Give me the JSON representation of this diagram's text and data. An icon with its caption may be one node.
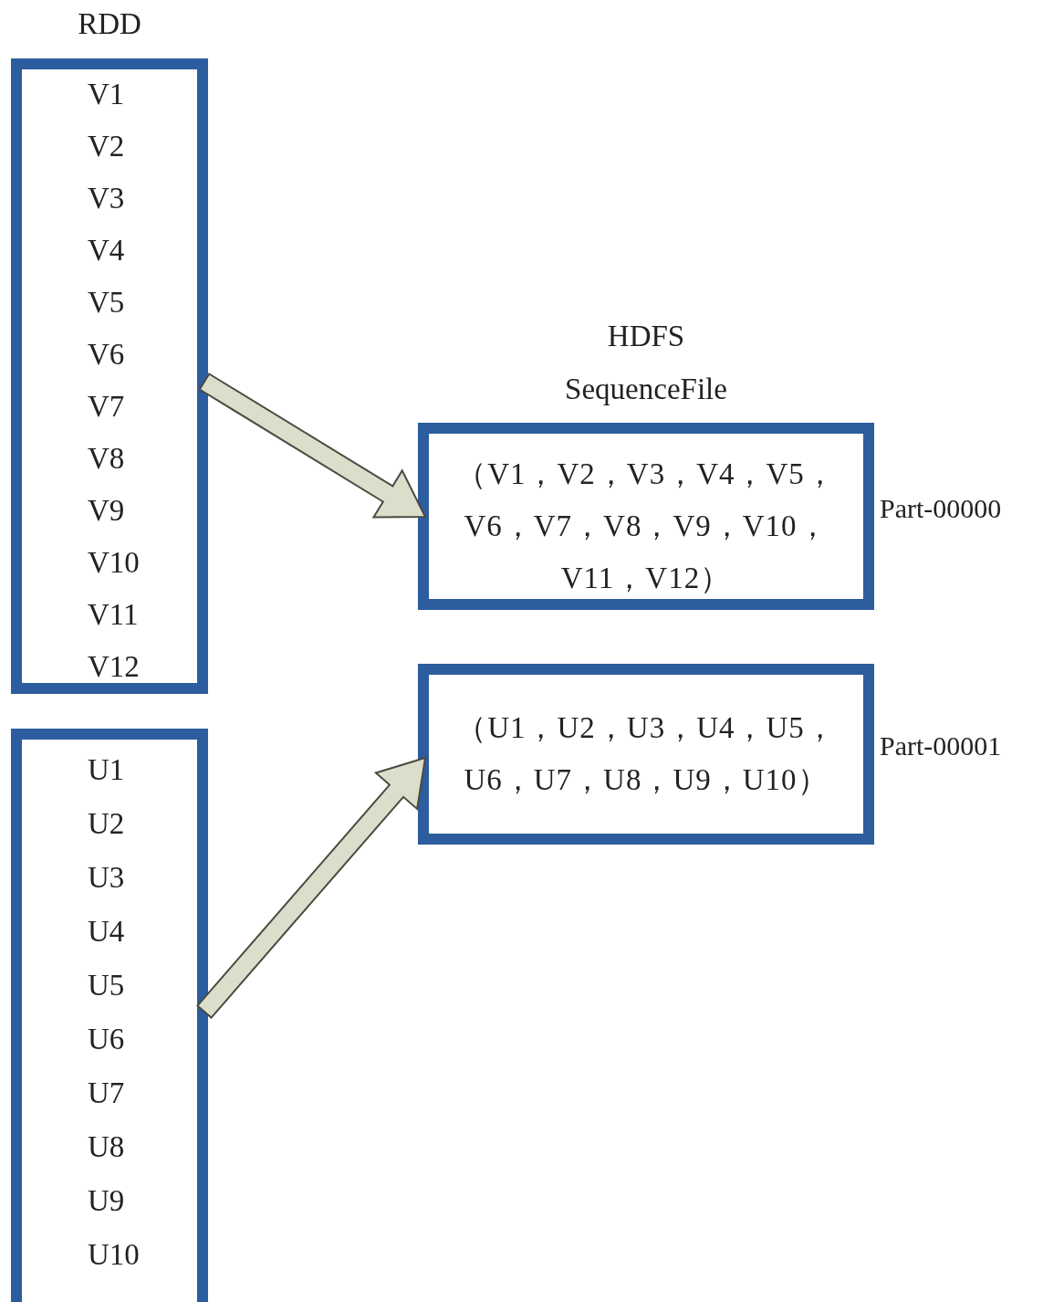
{
  "diagram": {
    "nodes": [
      {
        "text": [
          "RDD",
          "V1",
          "V2",
          "V3",
          "V4",
          "V5",
          "V6",
          "V7",
          "V8",
          "V9",
          "V10",
          "V11",
          "V12"
        ]
      },
      {
        "text": [
          "U1",
          "U2",
          "U3",
          "U4",
          "U5",
          "U6",
          "U7",
          "U8",
          "U9",
          "U10"
        ]
      },
      {
        "text": [
          "HDFS",
          "SequenceFile",
          "（V1，V2，V3，V4，V5，V6，V7，V8，V9，V10，V11，V12）"
        ],
        "beside": [
          "Part-00000"
        ]
      },
      {
        "text": [
          "（U1，U2，U3，U4，U5，U6，U7，U8，U9，U10）"
        ],
        "beside": [
          "Part-00001"
        ]
      }
    ],
    "edges": [
      {
        "from": 0,
        "to": 2,
        "arrow": "to"
      },
      {
        "from": 1,
        "to": 3,
        "arrow": "to"
      }
    ]
  }
}
